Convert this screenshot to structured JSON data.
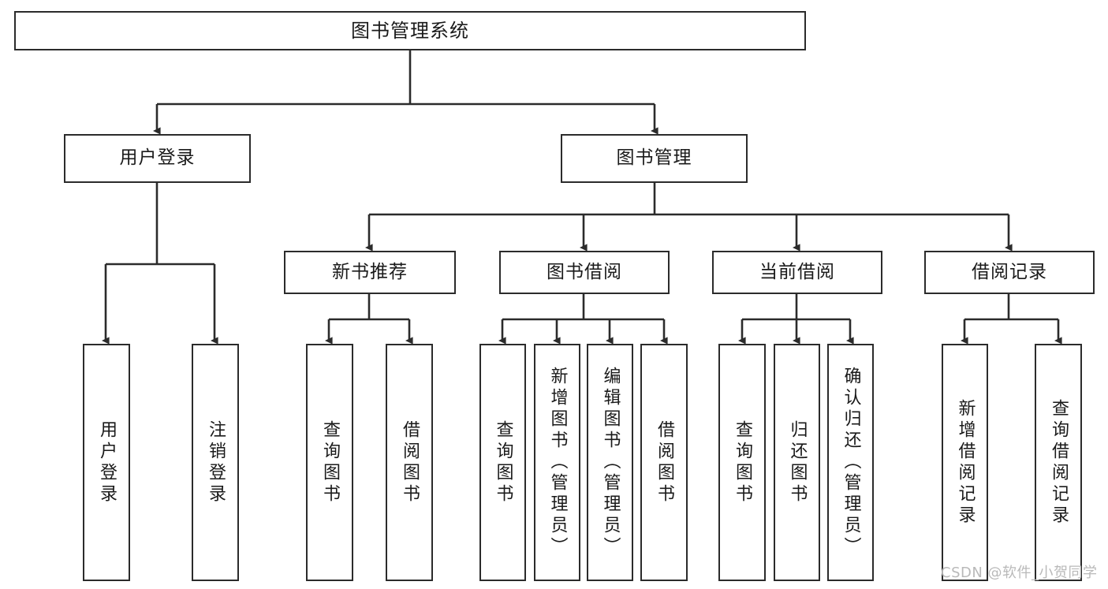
{
  "diagram": {
    "type": "tree-hierarchy",
    "title": "图书管理系统",
    "watermark": "CSDN @软件_小贺同学",
    "colors": {
      "background": "#ffffff",
      "stroke": "#2b2b2b",
      "text": "#1a1a1a",
      "watermark": "#b9b9b9"
    },
    "nodes": {
      "root": {
        "label": "图书管理系统",
        "level": 1
      },
      "user_login": {
        "label": "用户登录",
        "level": 2
      },
      "book_manage": {
        "label": "图书管理",
        "level": 2
      },
      "new_book_rec": {
        "label": "新书推荐",
        "level": 3
      },
      "book_borrow": {
        "label": "图书借阅",
        "level": 3
      },
      "current_borrow": {
        "label": "当前借阅",
        "level": 3
      },
      "borrow_record": {
        "label": "借阅记录",
        "level": 3
      },
      "leaf_user_login": {
        "label": "用户登录",
        "level": 3
      },
      "leaf_logout": {
        "label": "注销登录",
        "level": 3
      },
      "leaf_query_book_1": {
        "label": "查询图书",
        "level": 4
      },
      "leaf_borrow_book_1": {
        "label": "借阅图书",
        "level": 4
      },
      "leaf_query_book_2": {
        "label": "查询图书",
        "level": 4
      },
      "leaf_add_book": {
        "label": "新增图书（管理员）",
        "level": 4
      },
      "leaf_edit_book": {
        "label": "编辑图书（管理员）",
        "level": 4
      },
      "leaf_borrow_book_2": {
        "label": "借阅图书",
        "level": 4
      },
      "leaf_query_book_3": {
        "label": "查询图书",
        "level": 4
      },
      "leaf_return_book": {
        "label": "归还图书",
        "level": 4
      },
      "leaf_confirm_return": {
        "label": "确认归还（管理员）",
        "level": 4
      },
      "leaf_add_record": {
        "label": "新增借阅记录",
        "level": 4
      },
      "leaf_query_record": {
        "label": "查询借阅记录",
        "level": 4
      }
    },
    "edges": [
      {
        "from": "root",
        "to": "user_login"
      },
      {
        "from": "root",
        "to": "book_manage"
      },
      {
        "from": "user_login",
        "to": "leaf_user_login"
      },
      {
        "from": "user_login",
        "to": "leaf_logout"
      },
      {
        "from": "book_manage",
        "to": "new_book_rec"
      },
      {
        "from": "book_manage",
        "to": "book_borrow"
      },
      {
        "from": "book_manage",
        "to": "current_borrow"
      },
      {
        "from": "book_manage",
        "to": "borrow_record"
      },
      {
        "from": "new_book_rec",
        "to": "leaf_query_book_1"
      },
      {
        "from": "new_book_rec",
        "to": "leaf_borrow_book_1"
      },
      {
        "from": "book_borrow",
        "to": "leaf_query_book_2"
      },
      {
        "from": "book_borrow",
        "to": "leaf_add_book"
      },
      {
        "from": "book_borrow",
        "to": "leaf_edit_book"
      },
      {
        "from": "book_borrow",
        "to": "leaf_borrow_book_2"
      },
      {
        "from": "current_borrow",
        "to": "leaf_query_book_3"
      },
      {
        "from": "current_borrow",
        "to": "leaf_return_book"
      },
      {
        "from": "current_borrow",
        "to": "leaf_confirm_return"
      },
      {
        "from": "borrow_record",
        "to": "leaf_add_record"
      },
      {
        "from": "borrow_record",
        "to": "leaf_query_record"
      }
    ]
  }
}
